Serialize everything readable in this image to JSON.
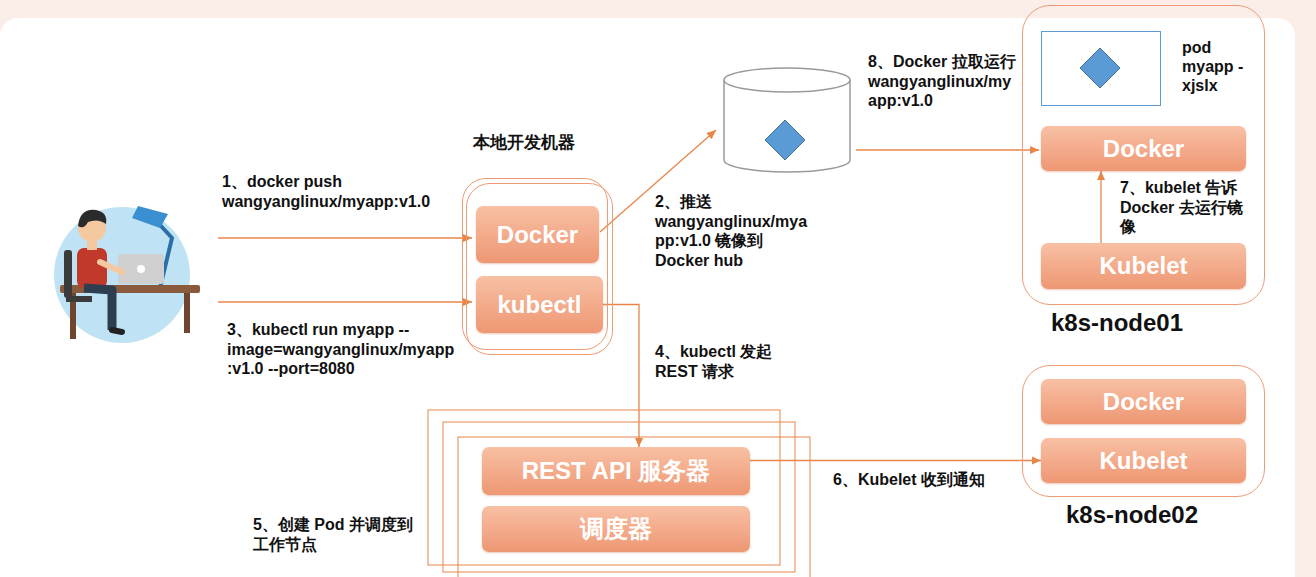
{
  "diagram": {
    "nodes": [
      {
        "text": [
          "本地开发机器"
        ]
      },
      {
        "text": [
          "Docker"
        ],
        "in": 0
      },
      {
        "text": [
          "kubectl"
        ],
        "in": 0
      },
      {
        "text": [
          "k8s-node01"
        ]
      },
      {
        "text": [
          "pod myapp -xjslx"
        ],
        "in": 3
      },
      {
        "text": [
          "Docker"
        ],
        "in": 3
      },
      {
        "text": [
          "Kubelet"
        ],
        "in": 3
      },
      {
        "text": [
          "REST API 服务器"
        ]
      },
      {
        "text": [
          "调度器"
        ]
      },
      {
        "text": [
          "k8s-node02"
        ]
      },
      {
        "text": [
          "Docker"
        ],
        "in": 9
      },
      {
        "text": [
          "Kubelet"
        ],
        "in": 9
      }
    ],
    "edges": [
      {
        "from": 2,
        "to": 7,
        "arrow": "to",
        "label": "4、kubectl 发起 REST 请求"
      },
      {
        "from": 7,
        "to": 11,
        "arrow": "to",
        "label": "6、Kubelet 收到通知"
      },
      {
        "from": 6,
        "to": 5,
        "arrow": "to",
        "label": "7、kubelet 告诉 Docker 去运行镜像"
      }
    ],
    "labels": [
      "1、docker push wangyanglinux/myapp:v1.0",
      "2、推送 wangyanglinux/myapp:v1.0 镜像到 Docker hub",
      "3、kubectl run myapp --image=wangyanglinux/myapp:v1.0 --port=8080",
      "5、创建 Pod 并调度到工作节点",
      "8、Docker 拉取运行 wangyanglinux/myapp:v1.0"
    ]
  }
}
